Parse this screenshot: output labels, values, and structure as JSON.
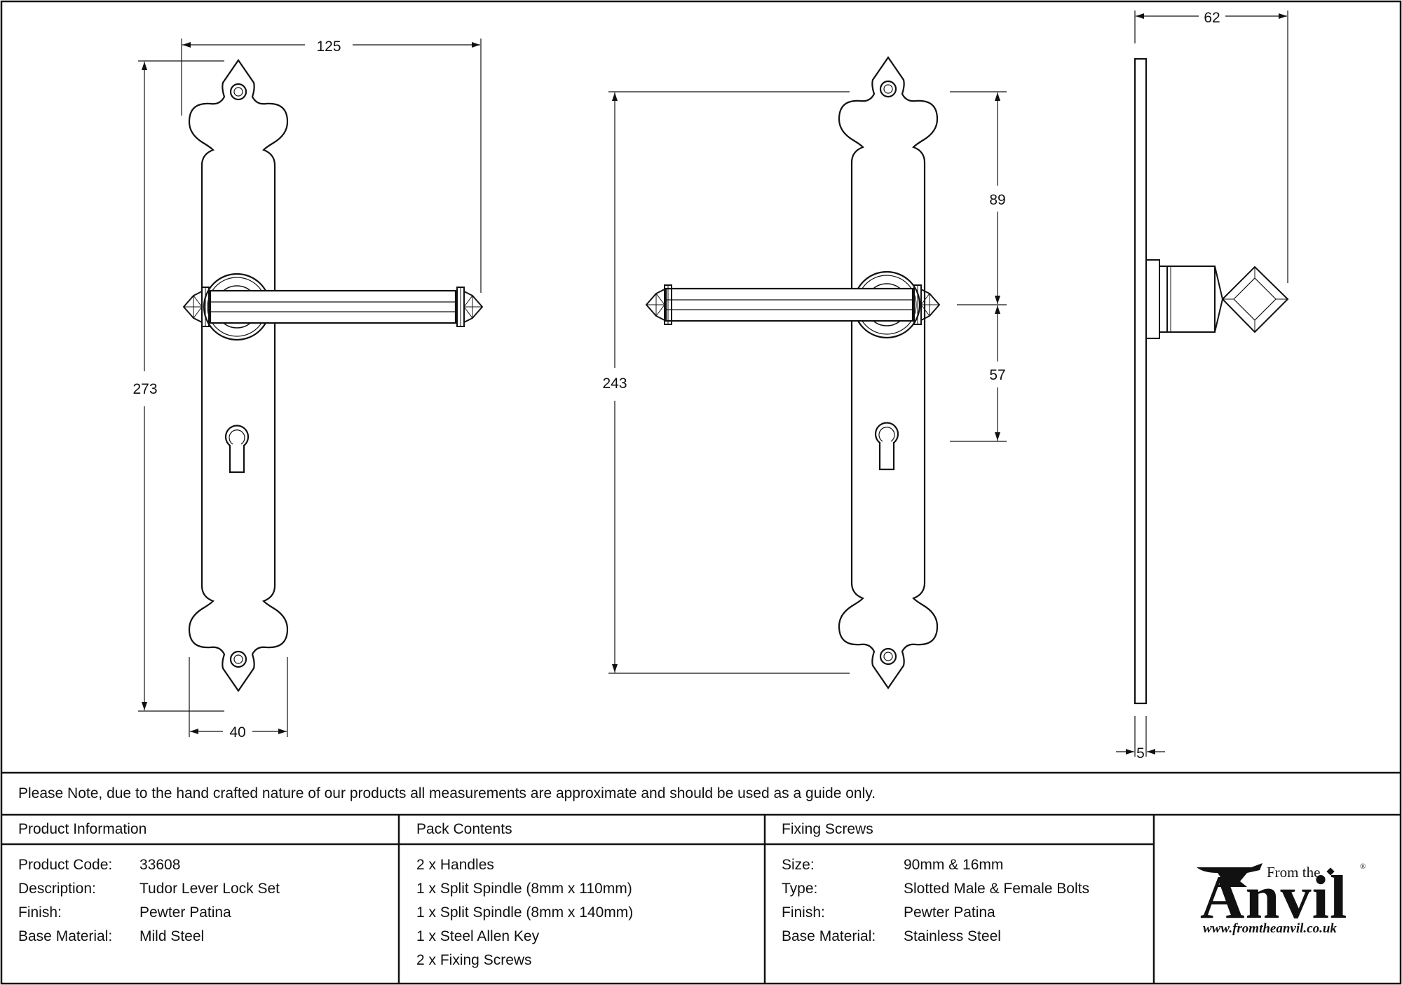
{
  "dimensions": {
    "front_width": "125",
    "front_height": "273",
    "front_plate_width": "40",
    "front2_fixing_centres": "243",
    "front2_upper": "89",
    "front2_lower": "57",
    "side_projection": "62",
    "side_thickness": "5"
  },
  "note": "Please Note, due to the hand crafted nature of our products all measurements are approximate and should be used as a guide only.",
  "product_info": {
    "title": "Product Information",
    "rows": [
      {
        "label": "Product Code:",
        "value": "33608"
      },
      {
        "label": "Description:",
        "value": "Tudor Lever Lock Set"
      },
      {
        "label": "Finish:",
        "value": "Pewter Patina"
      },
      {
        "label": "Base Material:",
        "value": "Mild Steel"
      }
    ]
  },
  "pack_contents": {
    "title": "Pack Contents",
    "items": [
      "2 x Handles",
      "1 x Split Spindle (8mm x 110mm)",
      "1 x Split Spindle (8mm x 140mm)",
      "1 x Steel Allen Key",
      "2 x Fixing Screws"
    ]
  },
  "fixing_screws": {
    "title": "Fixing Screws",
    "rows": [
      {
        "label": "Size:",
        "value": "90mm & 16mm"
      },
      {
        "label": "Type:",
        "value": "Slotted Male & Female Bolts"
      },
      {
        "label": "Finish:",
        "value": "Pewter Patina"
      },
      {
        "label": "Base Material:",
        "value": "Stainless Steel"
      }
    ]
  },
  "logo": {
    "from_the": "From the",
    "anvil": "Anvil",
    "registered": "®",
    "url": "www.fromtheanvil.co.uk"
  }
}
